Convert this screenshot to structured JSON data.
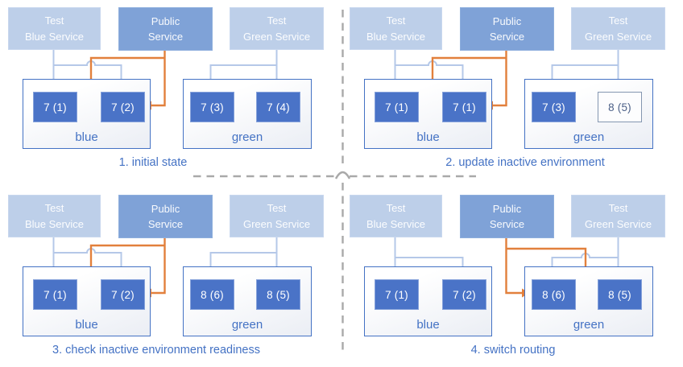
{
  "colors": {
    "public_route_arrow": "#e2803c",
    "test_route_arrow": "#b5c8e8",
    "pod_fill": "#4a73c7",
    "pod_outline_border": "#8496b0",
    "service_light_fill": "#bdcfe9",
    "service_accent_fill": "#7fa2d7",
    "environment_border": "#4472c4",
    "caption_text": "#4472c4",
    "divider_gray": "#a9a9a9"
  },
  "panels": [
    {
      "caption": "1. initial state",
      "public_routes_to": "blue",
      "services": [
        {
          "label": "Test\nBlue Service",
          "variant": "light"
        },
        {
          "label": "Public\nService",
          "variant": "accent"
        },
        {
          "label": "Test\nGreen Service",
          "variant": "light"
        }
      ],
      "environments": [
        {
          "name": "blue",
          "pods": [
            {
              "label": "7 (1)",
              "style": "solid"
            },
            {
              "label": "7 (2)",
              "style": "solid"
            }
          ]
        },
        {
          "name": "green",
          "pods": [
            {
              "label": "7 (3)",
              "style": "solid"
            },
            {
              "label": "7 (4)",
              "style": "solid"
            }
          ]
        }
      ]
    },
    {
      "caption": "2. update inactive environment",
      "public_routes_to": "blue",
      "services": [
        {
          "label": "Test\nBlue Service",
          "variant": "light"
        },
        {
          "label": "Public\nService",
          "variant": "accent"
        },
        {
          "label": "Test\nGreen Service",
          "variant": "light"
        }
      ],
      "environments": [
        {
          "name": "blue",
          "pods": [
            {
              "label": "7 (1)",
              "style": "solid"
            },
            {
              "label": "7 (1)",
              "style": "solid"
            }
          ]
        },
        {
          "name": "green",
          "pods": [
            {
              "label": "7 (3)",
              "style": "solid"
            },
            {
              "label": "8 (5)",
              "style": "outline"
            }
          ]
        }
      ]
    },
    {
      "caption": "3. check inactive environment readiness",
      "public_routes_to": "blue",
      "services": [
        {
          "label": "Test\nBlue Service",
          "variant": "light"
        },
        {
          "label": "Public\nService",
          "variant": "accent"
        },
        {
          "label": "Test\nGreen Service",
          "variant": "light"
        }
      ],
      "environments": [
        {
          "name": "blue",
          "pods": [
            {
              "label": "7 (1)",
              "style": "solid"
            },
            {
              "label": "7 (2)",
              "style": "solid"
            }
          ]
        },
        {
          "name": "green",
          "pods": [
            {
              "label": "8 (6)",
              "style": "solid"
            },
            {
              "label": "8 (5)",
              "style": "solid"
            }
          ]
        }
      ]
    },
    {
      "caption": "4. switch routing",
      "public_routes_to": "green",
      "services": [
        {
          "label": "Test\nBlue Service",
          "variant": "light"
        },
        {
          "label": "Public\nService",
          "variant": "accent"
        },
        {
          "label": "Test\nGreen Service",
          "variant": "light"
        }
      ],
      "environments": [
        {
          "name": "blue",
          "pods": [
            {
              "label": "7 (1)",
              "style": "solid"
            },
            {
              "label": "7 (2)",
              "style": "solid"
            }
          ]
        },
        {
          "name": "green",
          "pods": [
            {
              "label": "8 (6)",
              "style": "solid"
            },
            {
              "label": "8 (5)",
              "style": "solid"
            }
          ]
        }
      ]
    }
  ]
}
